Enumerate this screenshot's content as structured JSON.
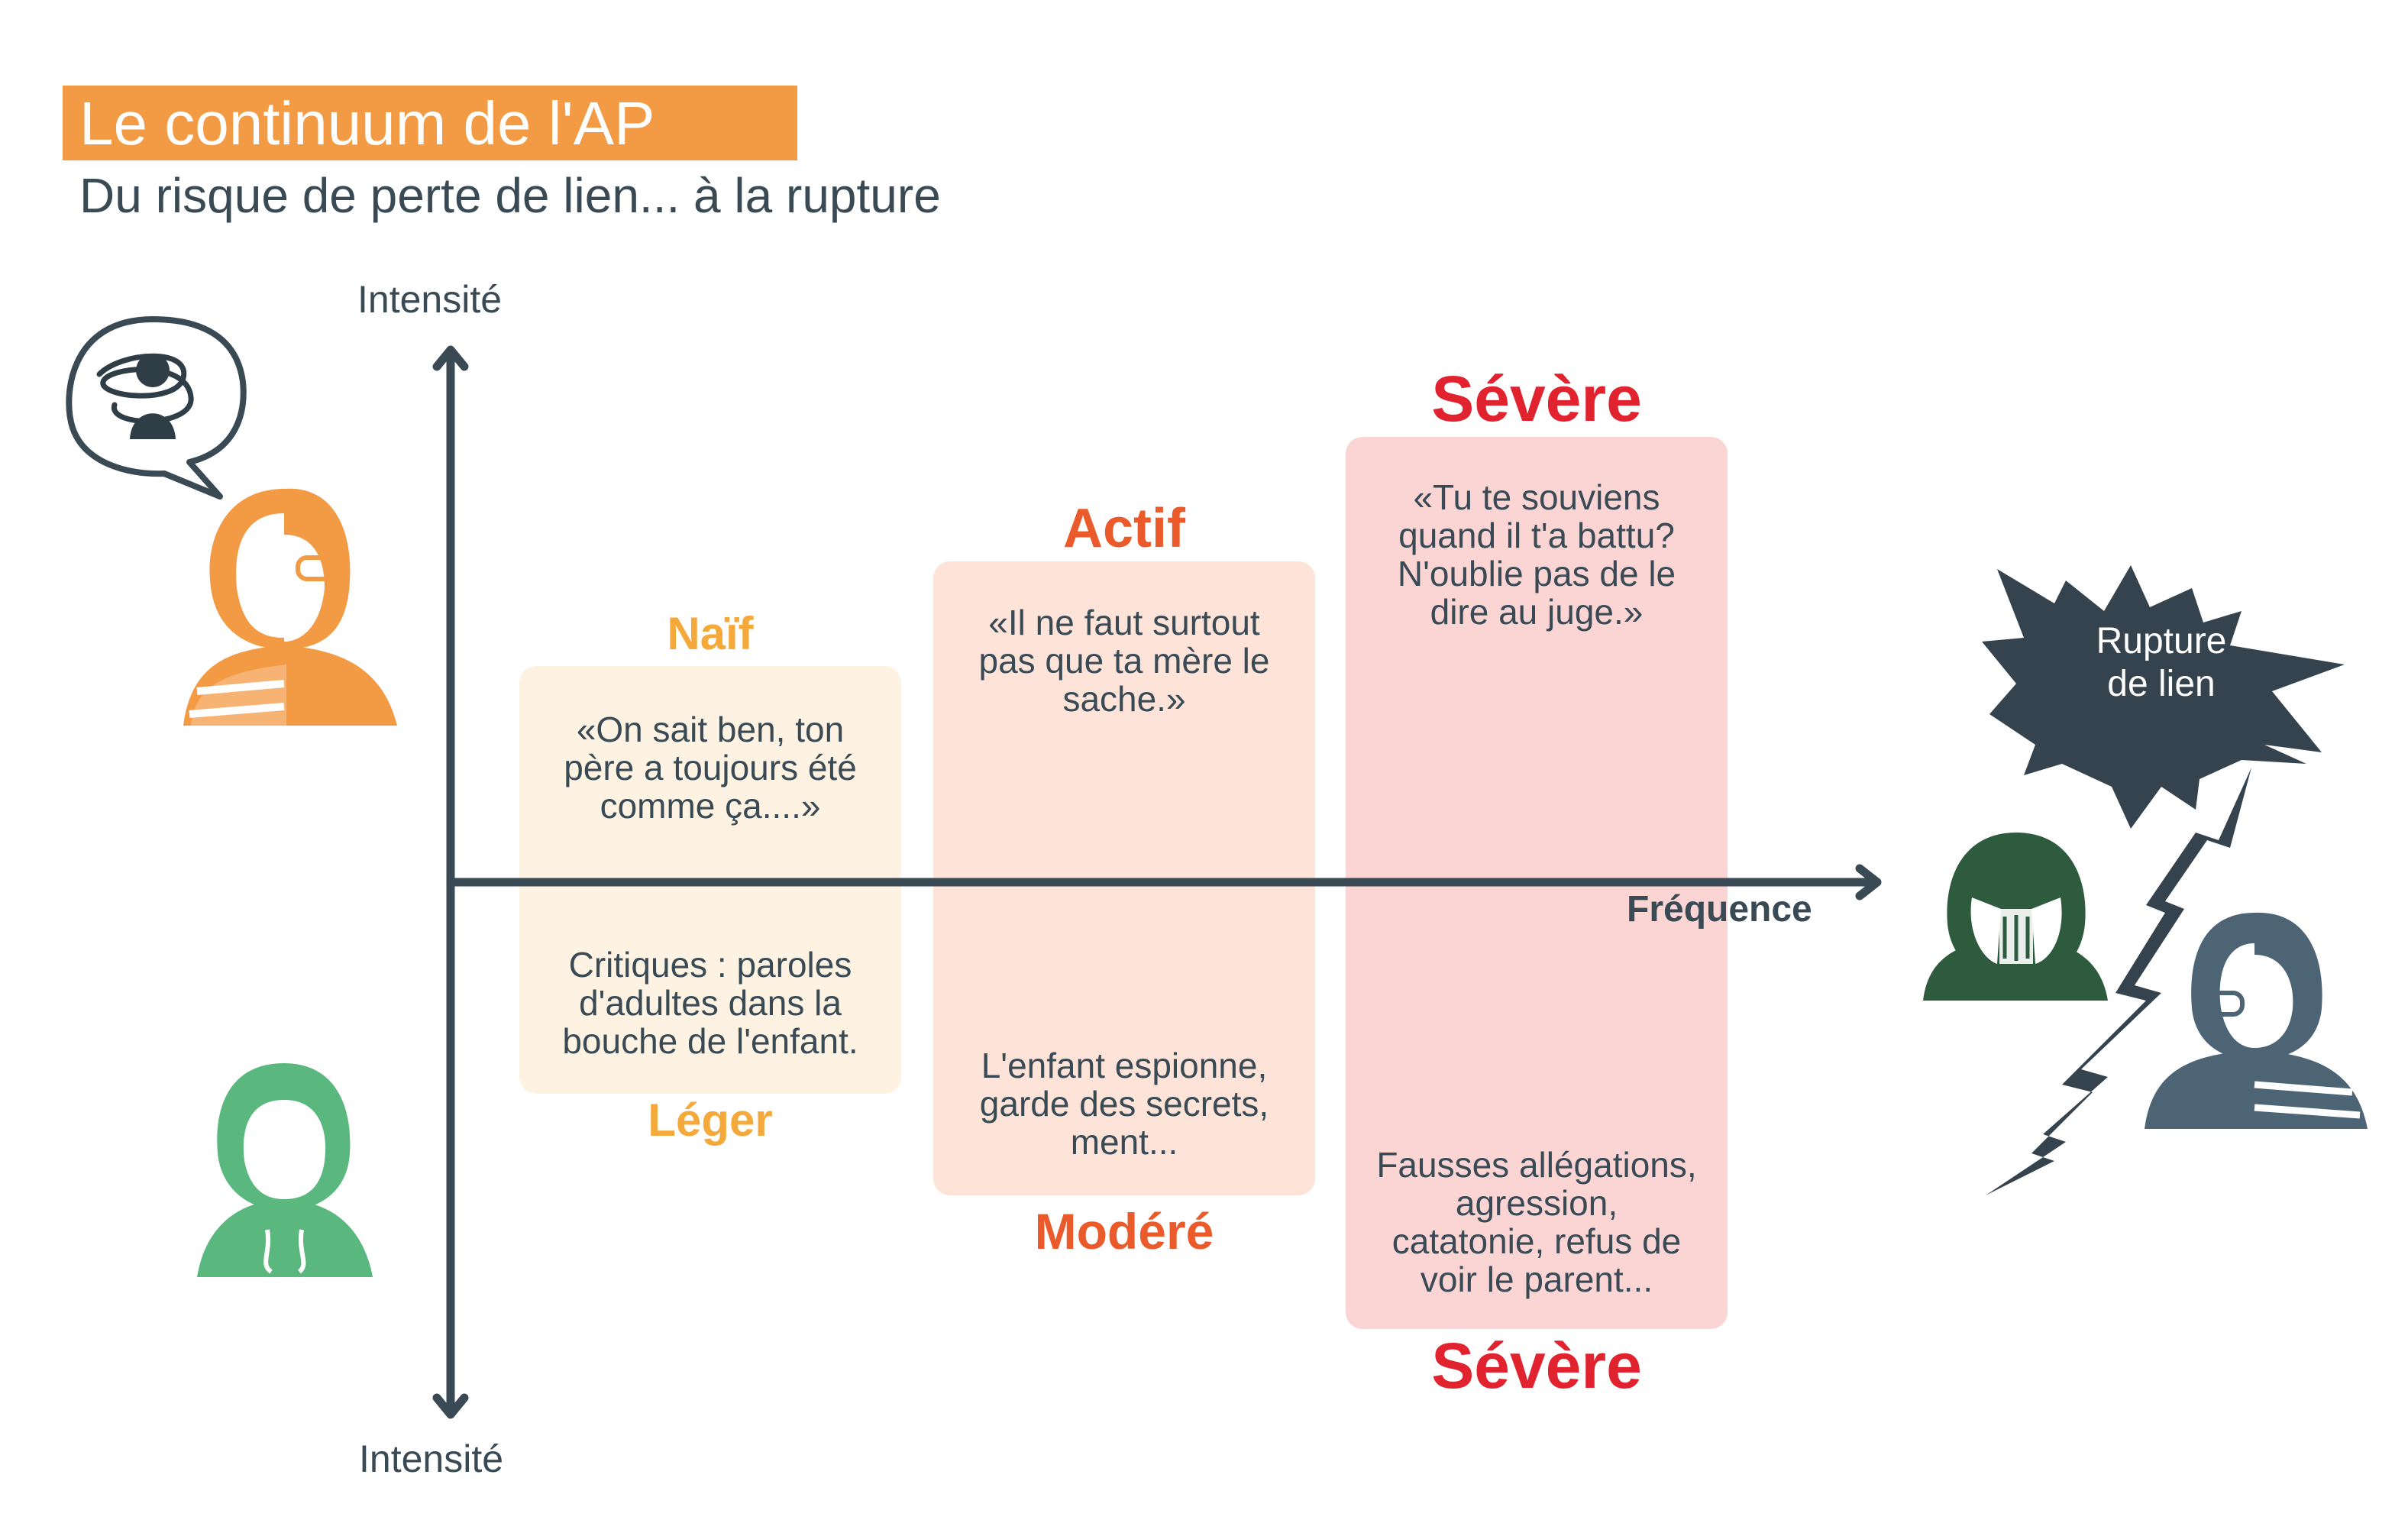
{
  "header": {
    "title": "Le continuum de l'AP",
    "subtitle": "Du risque de perte de lien... à la rupture"
  },
  "axes": {
    "y_top_label": "Intensité",
    "y_bottom_label": "Intensité",
    "x_label": "Fréquence"
  },
  "levels": [
    {
      "id": "naif",
      "top_label": "Naïf",
      "bottom_label": "Léger",
      "quote_top": "«On sait ben, ton\npère a toujours été\ncomme ça....»",
      "quote_bottom": "Critiques : paroles\nd'adultes dans la\nbouche de l'enfant.",
      "color_label": "#f5a93a",
      "color_box": "#fef3e2"
    },
    {
      "id": "actif",
      "top_label": "Actif",
      "bottom_label": "Modéré",
      "quote_top": "«Il ne faut surtout\npas que ta mère le\nsache.»",
      "quote_bottom": "L'enfant espionne,\ngarde des secrets,\nment...",
      "color_label": "#ea5a2a",
      "color_box": "#fde3d8"
    },
    {
      "id": "severe",
      "top_label": "Sévère",
      "bottom_label": "Sévère",
      "quote_top": "«Tu te souviens\nquand il t'a battu?\nN'oublie pas de le\ndire au juge.»",
      "quote_bottom": "Fausses allégations,\nagression,\ncatatonie, refus de\nvoir le parent...",
      "color_label": "#e0232e",
      "color_box": "#fbd4d4"
    }
  ],
  "rupture": {
    "label": "Rupture\nde lien"
  },
  "colors": {
    "axis": "#3a4a55",
    "orange_parent": "#f39a45",
    "green_child": "#5ab87f",
    "dark_green_child": "#2e5a3e",
    "slate_parent": "#4d6474",
    "burst": "#34434d"
  },
  "icons": {
    "parent_orange": "parent-half-face-icon",
    "thought": "scribbled-thought-bubble-icon",
    "child_green": "child-face-icon",
    "child_crying": "crying-child-icon",
    "parent_slate": "parent-half-face-icon",
    "lightning": "lightning-crack-icon",
    "burst": "speech-burst-icon"
  }
}
